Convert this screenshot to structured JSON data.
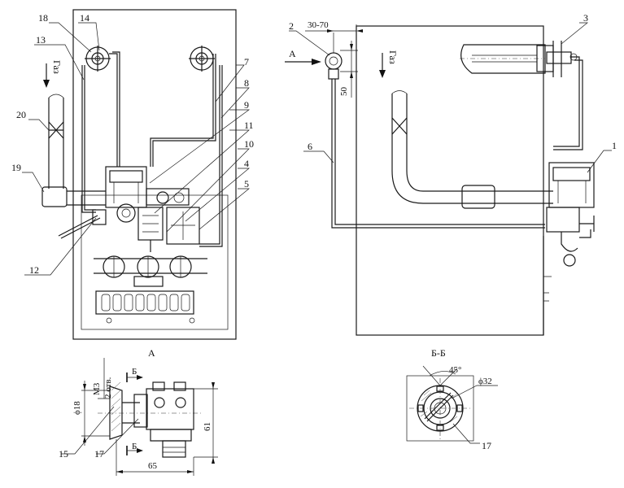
{
  "labels": {
    "n1": "1",
    "n2": "2",
    "n3": "3",
    "n4": "4",
    "n5": "5",
    "n6": "6",
    "n7": "7",
    "n8": "8",
    "n9": "9",
    "n10": "10",
    "n11": "11",
    "n12": "12",
    "n13": "13",
    "n14": "14",
    "n15": "15",
    "n17a": "17",
    "n17b": "17",
    "n18": "18",
    "n19": "19",
    "n20": "20"
  },
  "text": {
    "gas_left": "Газ",
    "gas_right": "Газ",
    "view_a_arrow": "А",
    "view_a_title": "А",
    "section_title": "Б-Б",
    "section_mark_top": "Б",
    "section_mark_bottom": "Б"
  },
  "dimensions": {
    "d_30_70": "30-70",
    "d_50": "50",
    "d_m3": "М3",
    "d_holes": "2 отв.",
    "d_18": "ϕ18",
    "d_61": "61",
    "d_65": "65",
    "d_45": "45°",
    "d_32": "ϕ32"
  }
}
